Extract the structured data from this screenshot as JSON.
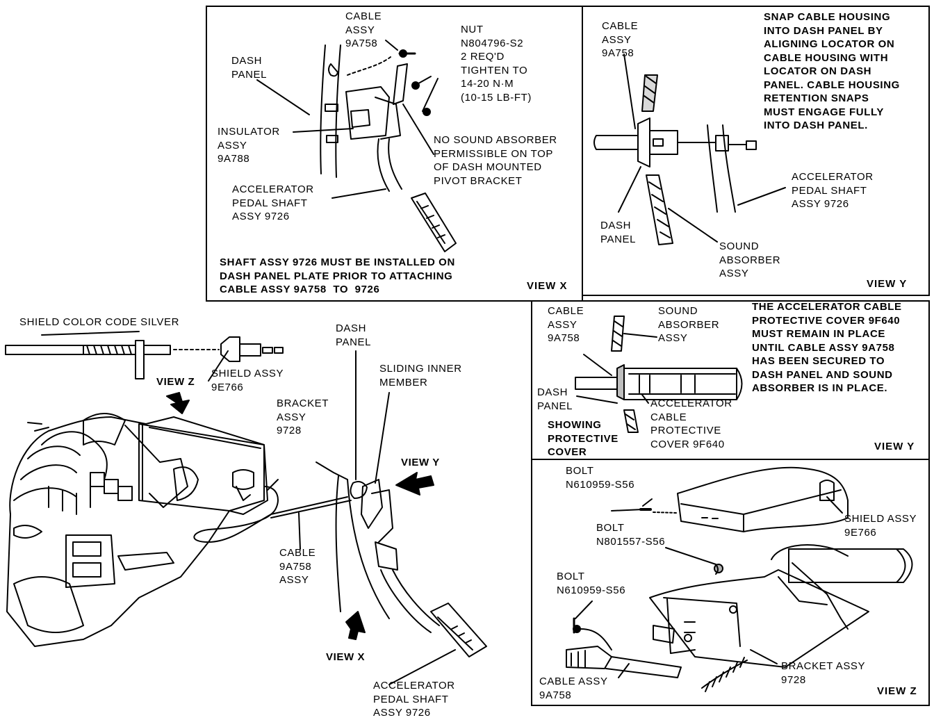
{
  "view_x": {
    "cable": "CABLE\nASSY\n9A758",
    "nut": "NUT\nN804796-S2\n2 REQ'D\nTIGHTEN TO\n14-20 N·m\n(10-15 LB-FT)",
    "dash_panel": "DASH\nPANEL",
    "insulator": "INSULATOR\nASSY\n9A788",
    "no_sound": "NO SOUND ABSORBER\nPERMISSIBLE ON TOP\nOF DASH MOUNTED\nPIVOT BRACKET",
    "pedal_shaft": "ACCELERATOR\nPEDAL SHAFT\nASSY 9726",
    "note": "SHAFT ASSY 9726 MUST BE INSTALLED ON\nDASH PANEL PLATE PRIOR TO ATTACHING\nCABLE ASSY 9A758  TO  9726",
    "view": "VIEW X"
  },
  "view_y_top": {
    "cable": "CABLE\nASSY\n9A758",
    "note": "SNAP CABLE HOUSING\nINTO DASH PANEL BY\nALIGNING LOCATOR ON\nCABLE HOUSING WITH\nLOCATOR ON DASH\nPANEL. CABLE HOUSING\nRETENTION SNAPS\nMUST ENGAGE FULLY\nINTO DASH PANEL.",
    "pedal_shaft": "ACCELERATOR\nPEDAL SHAFT\nASSY 9726",
    "dash_panel": "DASH\nPANEL",
    "sound_absorber": "SOUND\nABSORBER\nASSY",
    "view": "VIEW Y"
  },
  "view_y_mid": {
    "cable": "CABLE\nASSY\n9A758",
    "sound_absorber": "SOUND\nABSORBER\nASSY",
    "note": "THE ACCELERATOR CABLE\nPROTECTIVE COVER 9F640\nMUST REMAIN IN PLACE\nUNTIL CABLE ASSY 9A758\nHAS BEEN SECURED TO\nDASH PANEL AND SOUND\nABSORBER IS IN PLACE.",
    "dash_panel": "DASH\nPANEL",
    "cover": "ACCELERATOR\nCABLE\nPROTECTIVE\nCOVER 9F640",
    "showing": "SHOWING\nPROTECTIVE\nCOVER",
    "view": "VIEW Y"
  },
  "view_z": {
    "bolt1": "BOLT\nN610959-S56",
    "bolt2": "BOLT\nN801557-S56",
    "bolt3": "BOLT\nN610959-S56",
    "shield": "SHIELD ASSY\n9E766",
    "bracket": "BRACKET ASSY\n9728",
    "cable": "CABLE ASSY\n9A758",
    "view": "VIEW Z"
  },
  "main": {
    "shield_color": "SHIELD COLOR CODE SILVER",
    "view_z_arrow": "VIEW Z",
    "shield_assy": "SHIELD ASSY\n9E766",
    "bracket": "BRACKET\nASSY\n9728",
    "dash_panel": "DASH\nPANEL",
    "sliding": "SLIDING INNER\nMEMBER",
    "view_y_arrow": "VIEW Y",
    "cable": "CABLE\n9A758\nASSY",
    "view_x_arrow": "VIEW X",
    "pedal_shaft": "ACCELERATOR\nPEDAL SHAFT\nASSY 9726"
  }
}
